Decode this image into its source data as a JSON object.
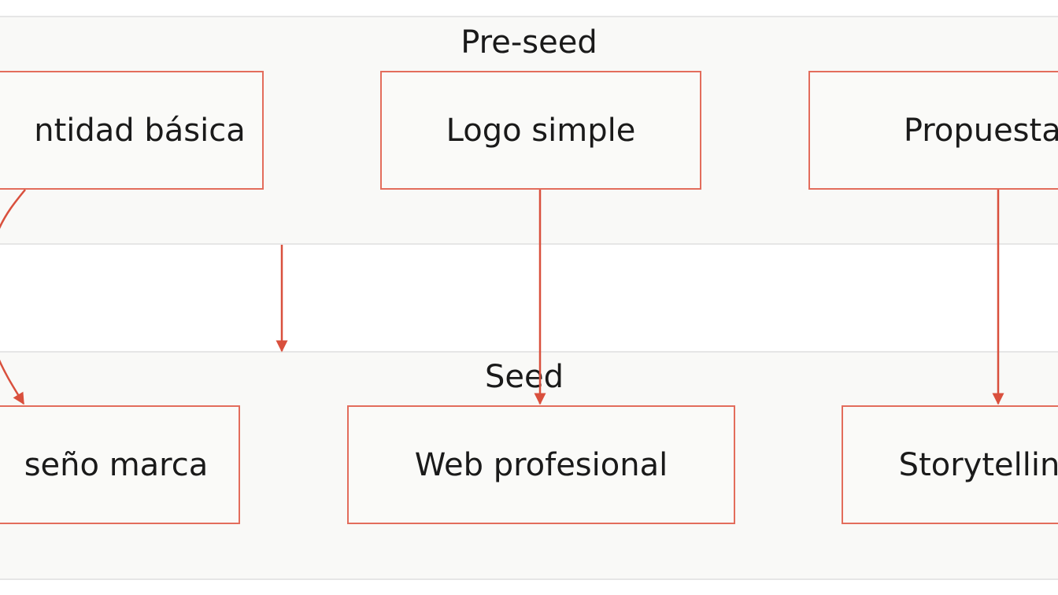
{
  "colors": {
    "node_border": "#e36d5c",
    "edge": "#d9503d",
    "lane_fill": "#f9f9f7",
    "lane_border": "#e6e6e6",
    "text": "#1a1a1a"
  },
  "lanes": [
    {
      "id": "preseed",
      "title": "Pre-seed"
    },
    {
      "id": "seed",
      "title": "Seed"
    }
  ],
  "nodes": [
    {
      "id": "identidad",
      "label": "ntidad básica",
      "lane": "preseed"
    },
    {
      "id": "logo",
      "label": "Logo simple",
      "lane": "preseed"
    },
    {
      "id": "propuesta",
      "label": "Propuesta v",
      "lane": "preseed"
    },
    {
      "id": "marca",
      "label": "seño marca",
      "lane": "seed"
    },
    {
      "id": "web",
      "label": "Web profesional",
      "lane": "seed"
    },
    {
      "id": "story",
      "label": "Storytellin",
      "lane": "seed"
    }
  ],
  "edges": [
    {
      "from": "identidad",
      "to": "marca"
    },
    {
      "from": "logo",
      "to": "web"
    },
    {
      "from": "propuesta",
      "to": "story"
    },
    {
      "from": "preseed",
      "to": "seed"
    }
  ]
}
